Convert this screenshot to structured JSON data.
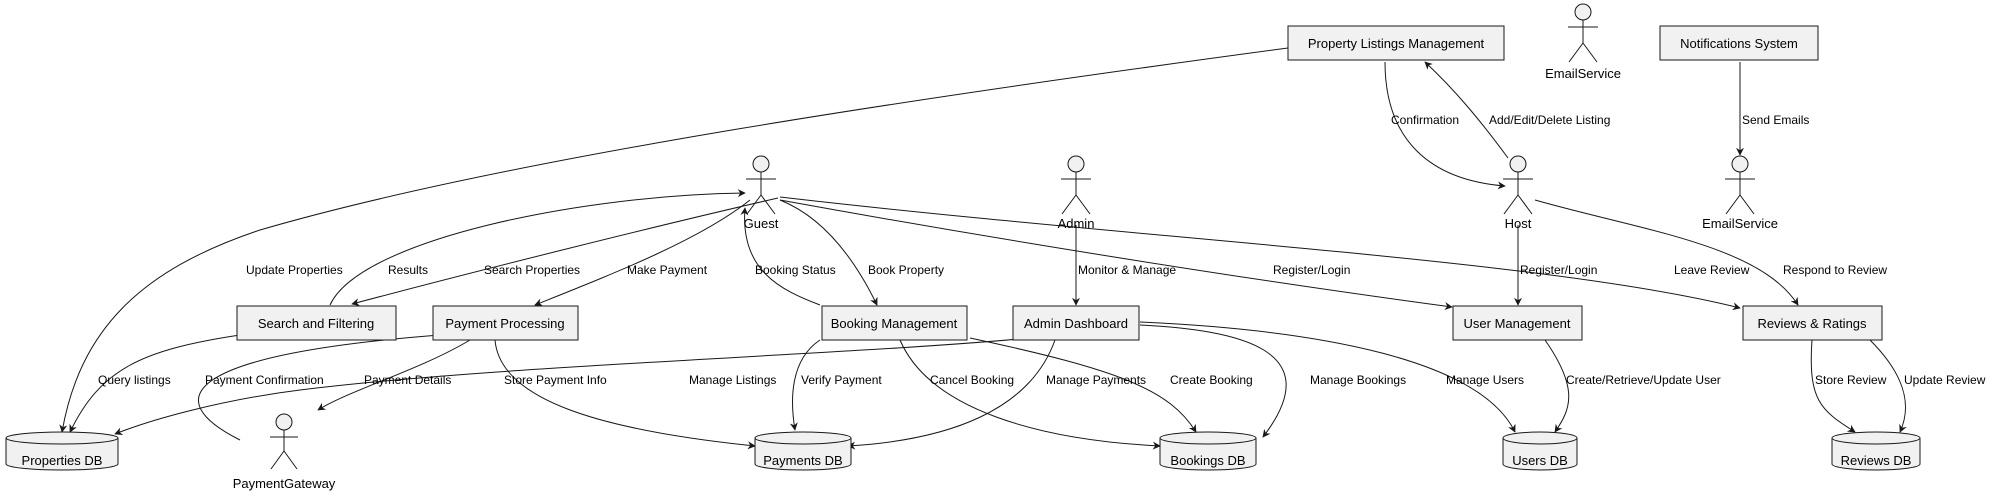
{
  "nodes": {
    "property_listings": "Property Listings Management",
    "notifications": "Notifications System",
    "search": "Search and Filtering",
    "payment": "Payment Processing",
    "booking": "Booking Management",
    "admin_dashboard": "Admin Dashboard",
    "user_mgmt": "User Management",
    "reviews": "Reviews & Ratings"
  },
  "databases": {
    "properties": "Properties DB",
    "payments": "Payments DB",
    "bookings": "Bookings DB",
    "users": "Users DB",
    "reviews": "Reviews DB"
  },
  "actors": {
    "guest": "Guest",
    "admin": "Admin",
    "host": "Host",
    "email_top": "EmailService",
    "email_right": "EmailService",
    "payment_gateway": "PaymentGateway"
  },
  "edges": {
    "update_properties": "Update Properties",
    "results": "Results",
    "search_properties": "Search Properties",
    "make_payment": "Make Payment",
    "booking_status": "Booking Status",
    "book_property": "Book Property",
    "monitor_manage": "Monitor & Manage",
    "register_login_guest": "Register/Login",
    "leave_review": "Leave Review",
    "respond_review": "Respond to Review",
    "register_login_host": "Register/Login",
    "confirmation": "Confirmation",
    "add_edit_delete": "Add/Edit/Delete Listing",
    "send_emails": "Send Emails",
    "query_listings": "Query listings",
    "payment_confirmation": "Payment Confirmation",
    "payment_details": "Payment Details",
    "store_payment": "Store Payment Info",
    "manage_listings": "Manage Listings",
    "verify_payment": "Verify Payment",
    "cancel_booking": "Cancel Booking",
    "manage_payments": "Manage Payments",
    "create_booking": "Create Booking",
    "manage_bookings": "Manage Bookings",
    "manage_users": "Manage Users",
    "crud_user": "Create/Retrieve/Update User",
    "store_review": "Store Review",
    "update_review": "Update Review"
  }
}
